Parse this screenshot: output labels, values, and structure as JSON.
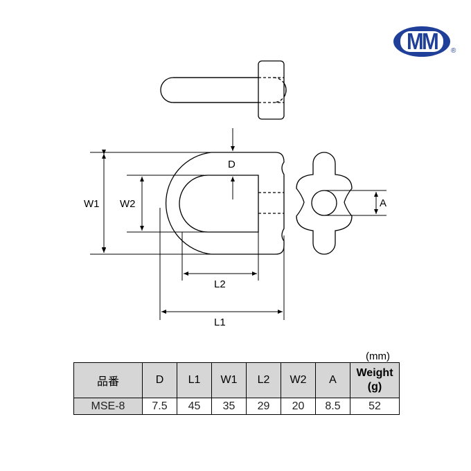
{
  "logo": {
    "text": "MM",
    "registered": "®",
    "color": "#1f3f99"
  },
  "drawing": {
    "labels": {
      "D": "D",
      "W1": "W1",
      "W2": "W2",
      "L1": "L1",
      "L2": "L2",
      "A": "A"
    }
  },
  "table": {
    "unit": "(mm)",
    "headers": [
      "品番",
      "D",
      "L1",
      "W1",
      "L2",
      "W2",
      "A",
      "Weight",
      "(g)"
    ],
    "row": [
      "MSE-8",
      "7.5",
      "45",
      "35",
      "29",
      "20",
      "8.5",
      "52"
    ]
  }
}
